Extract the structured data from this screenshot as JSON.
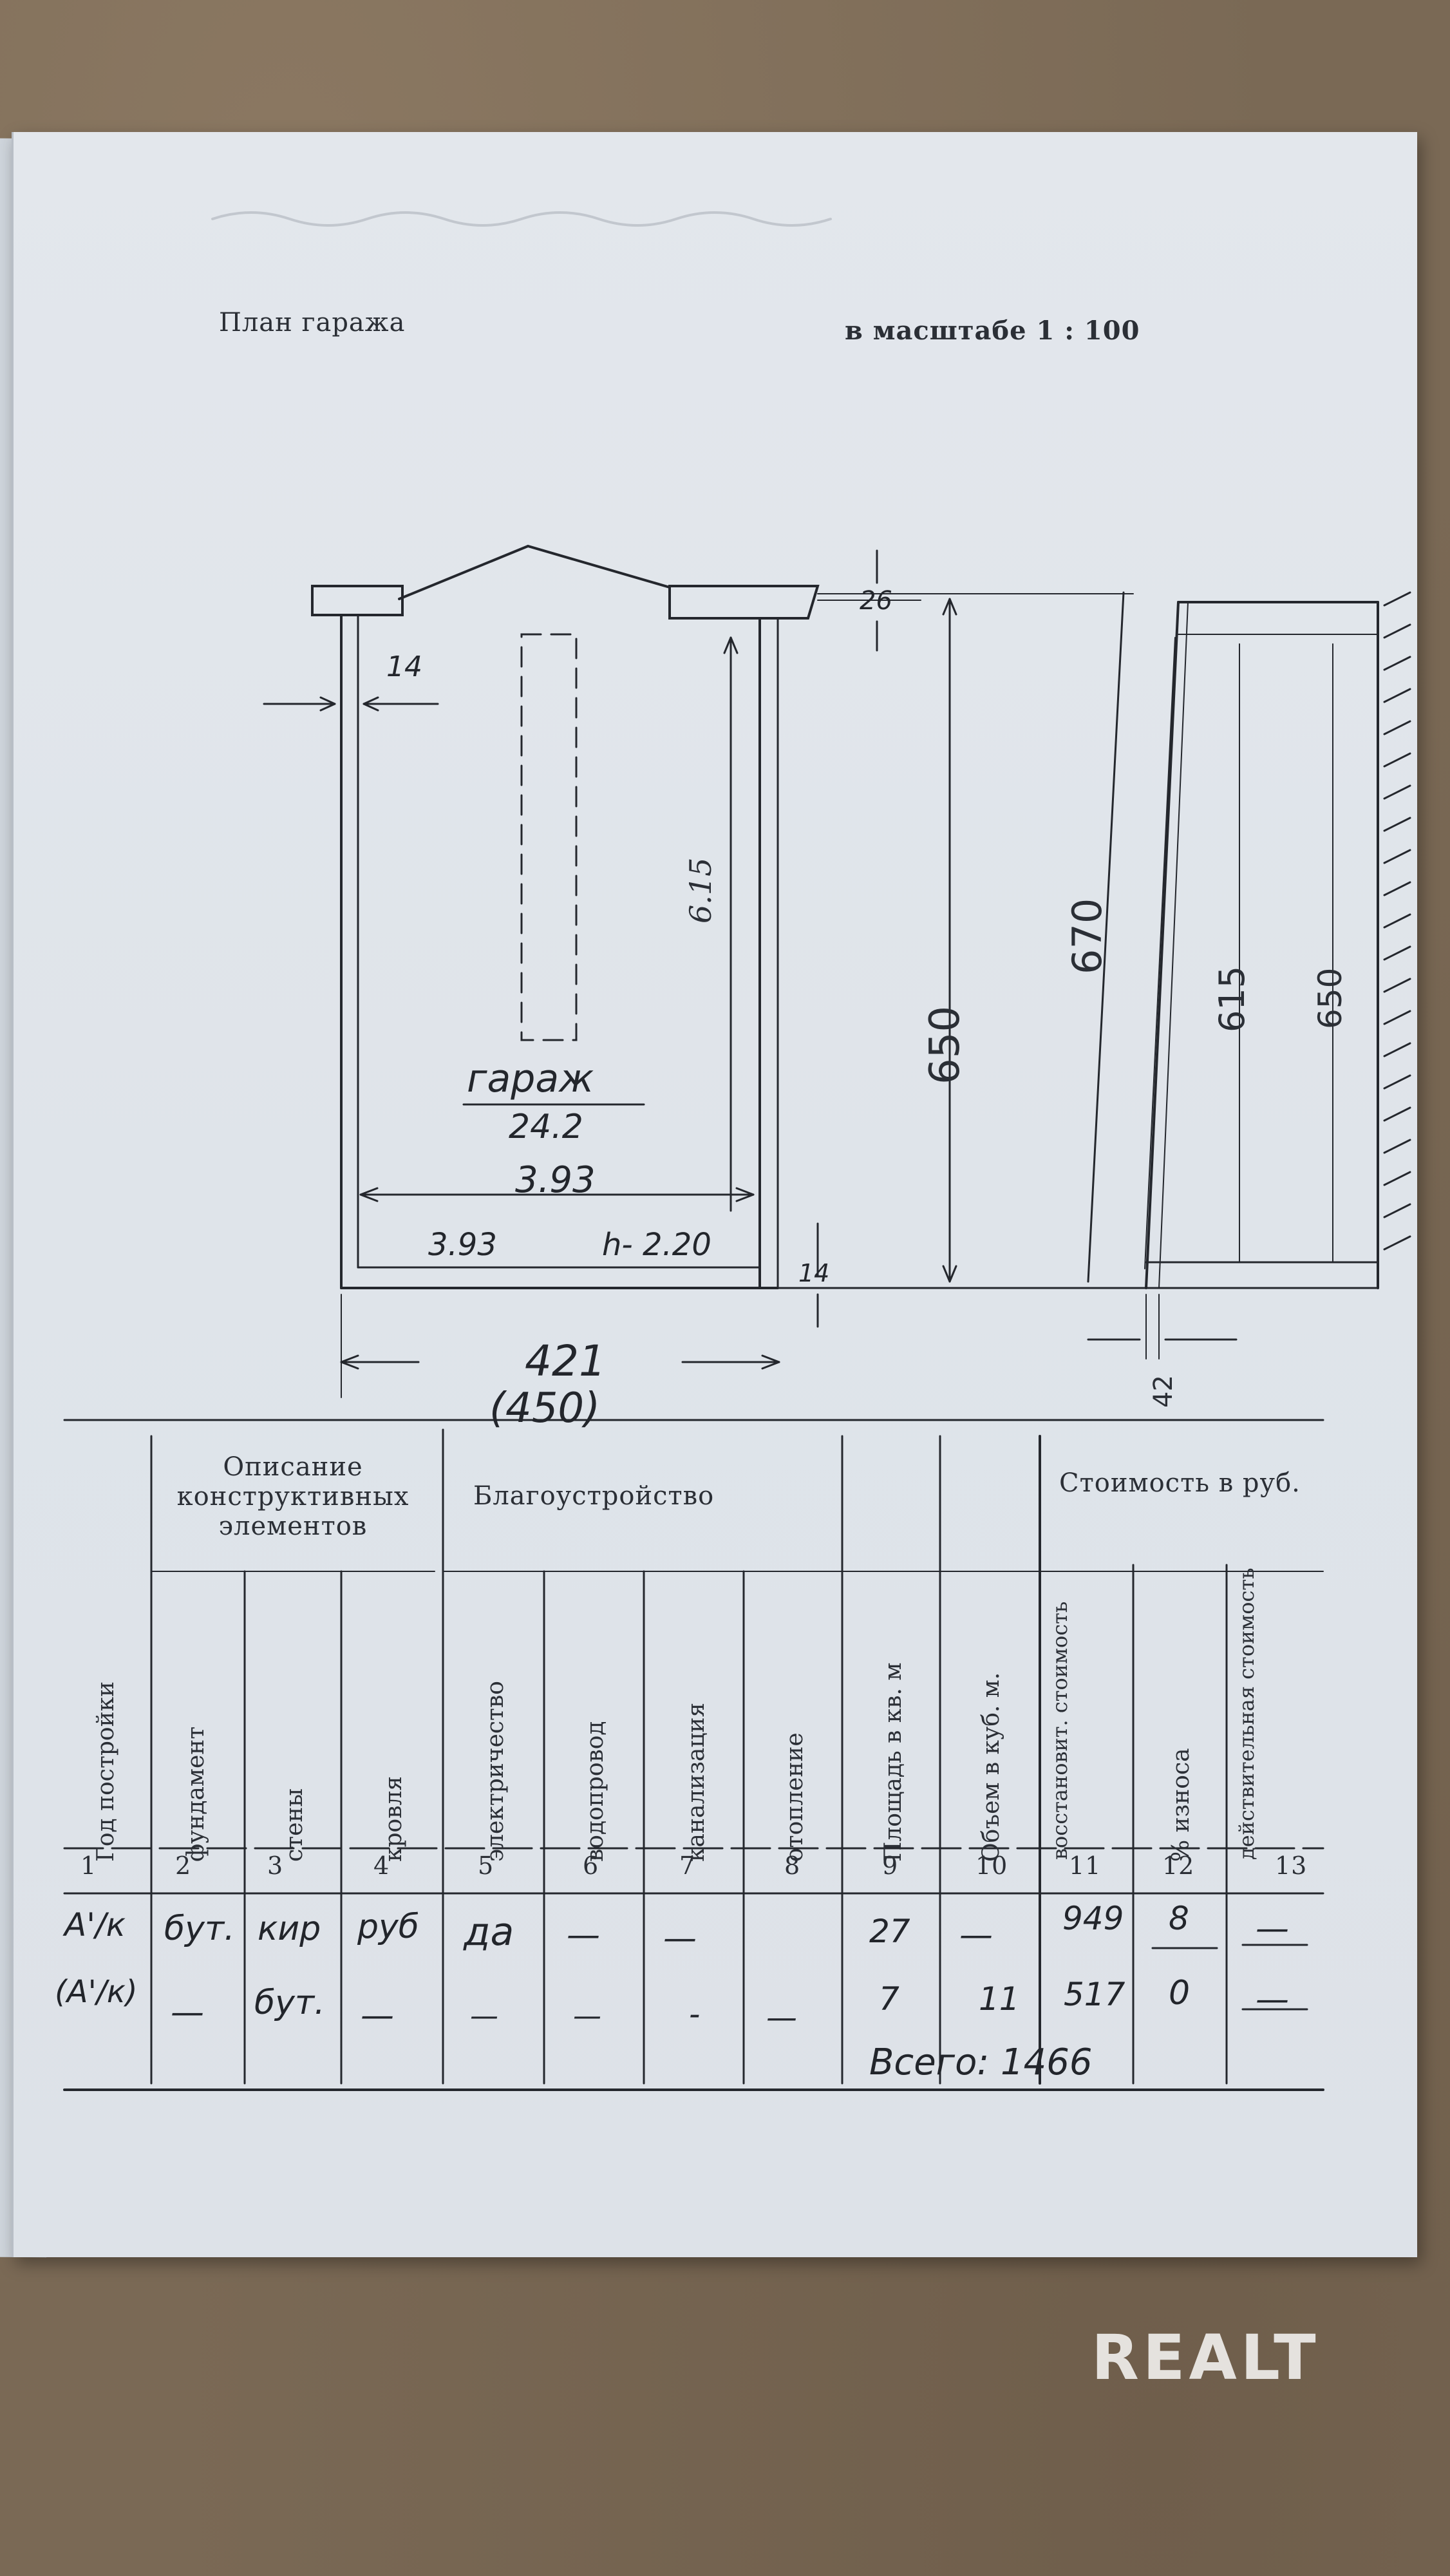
{
  "header": {
    "title": "План гаража",
    "scale": "в масштабе 1 : 100"
  },
  "drawing": {
    "room_label": "гараж",
    "room_area": "24.2",
    "dims": {
      "wall": "14",
      "top_gap": "26",
      "inner_height": "6.15",
      "inner_width_top": "3.93",
      "inner_width_bottom": "3.93",
      "height_h": "h- 2.20",
      "bottom_gap": "14",
      "outer_width": "421",
      "outer_width_alt": "(450)",
      "right_650": "650",
      "right_670": "670",
      "section_615": "615",
      "section_650": "650",
      "section_42": "42"
    }
  },
  "table": {
    "group_headers": {
      "description": "Описание конструктивных элементов",
      "improvement": "Благоустройство",
      "cost": "Стоимость в руб."
    },
    "columns": [
      {
        "num": "1",
        "label": "Год постройки"
      },
      {
        "num": "2",
        "label": "фундамент"
      },
      {
        "num": "3",
        "label": "стены"
      },
      {
        "num": "4",
        "label": "кровля"
      },
      {
        "num": "5",
        "label": "электричество"
      },
      {
        "num": "6",
        "label": "водопровод"
      },
      {
        "num": "7",
        "label": "канализация"
      },
      {
        "num": "8",
        "label": "отопление"
      },
      {
        "num": "9",
        "label": "Площадь в кв. м"
      },
      {
        "num": "10",
        "label": "Объем в куб. м."
      },
      {
        "num": "11",
        "label": "восстановит. стоимость"
      },
      {
        "num": "12",
        "label": "% износа"
      },
      {
        "num": "13",
        "label": "действительная стоимость"
      }
    ],
    "rows": [
      {
        "c1": "А'/к",
        "c2": "бут.",
        "c3": "кир",
        "c4": "руб",
        "c5": "да",
        "c6": "—",
        "c7": "—",
        "c8": "",
        "c9": "27",
        "c10": "—",
        "c11": "949",
        "c12": "8",
        "c13": "—"
      },
      {
        "c1": "(А'/к)",
        "c2": "—",
        "c3": "бут.",
        "c4": "—",
        "c5": "—",
        "c6": "—",
        "c7": "-",
        "c8": "—",
        "c9": "7",
        "c10": "11",
        "c11": "517",
        "c12": "0",
        "c13": "—"
      }
    ],
    "total": "Всего: 1466"
  },
  "watermark": "REALT"
}
